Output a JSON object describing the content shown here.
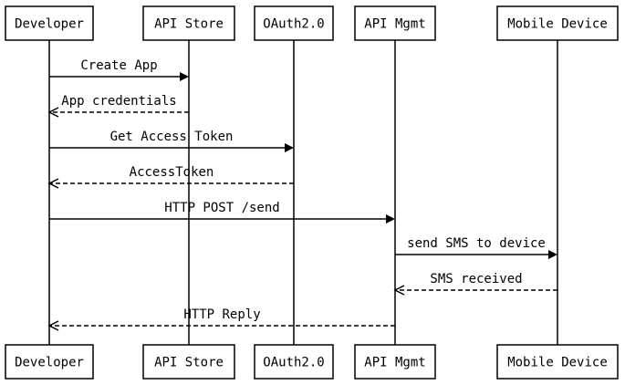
{
  "participants": [
    {
      "id": "developer",
      "label": "Developer"
    },
    {
      "id": "api-store",
      "label": "API Store"
    },
    {
      "id": "oauth",
      "label": "OAuth2.0"
    },
    {
      "id": "api-mgmt",
      "label": "API Mgmt"
    },
    {
      "id": "mobile-device",
      "label": "Mobile Device"
    }
  ],
  "messages": [
    {
      "from": 0,
      "to": 1,
      "label": "Create App",
      "style": "solid"
    },
    {
      "from": 1,
      "to": 0,
      "label": "App credentials",
      "style": "dashed"
    },
    {
      "from": 0,
      "to": 2,
      "label": "Get Access Token",
      "style": "solid"
    },
    {
      "from": 2,
      "to": 0,
      "label": "AccessToken",
      "style": "dashed"
    },
    {
      "from": 0,
      "to": 3,
      "label": "HTTP POST /send",
      "style": "solid"
    },
    {
      "from": 3,
      "to": 4,
      "label": "send SMS to device",
      "style": "solid"
    },
    {
      "from": 4,
      "to": 3,
      "label": "SMS received",
      "style": "dashed"
    },
    {
      "from": 3,
      "to": 0,
      "label": "HTTP Reply",
      "style": "dashed"
    }
  ]
}
